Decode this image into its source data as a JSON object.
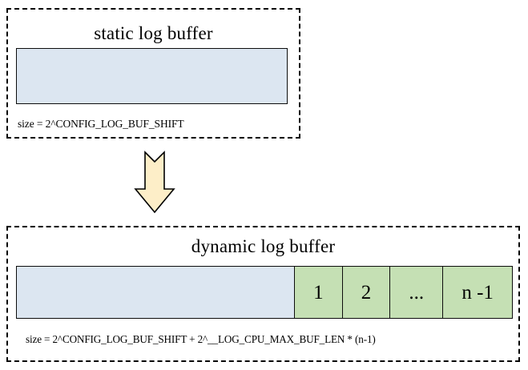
{
  "diagram": {
    "type": "block-diagram",
    "background_color": "#ffffff",
    "outline_color": "#000000",
    "static_buffer": {
      "title": "static log buffer",
      "buffer_fill_color": "#dce6f1",
      "caption": "size = 2^CONFIG_LOG_BUF_SHIFT",
      "segments": [
        {
          "label": "",
          "kind": "base",
          "fill_color": "#dce6f1"
        }
      ]
    },
    "arrow": {
      "name": "down-arrow",
      "direction": "down",
      "fill_color": "#fdeec8",
      "stroke_color": "#000000"
    },
    "dynamic_buffer": {
      "title": "dynamic log buffer",
      "buffer_fill_color": "#dce6f1",
      "cpu_fill_color": "#c5e0b4",
      "caption": "size = 2^CONFIG_LOG_BUF_SHIFT + 2^__LOG_CPU_MAX_BUF_LEN * (n-1)",
      "segments": [
        {
          "label": "",
          "kind": "base",
          "fill_color": "#dce6f1"
        },
        {
          "label": "1",
          "kind": "cpu",
          "fill_color": "#c5e0b4"
        },
        {
          "label": "2",
          "kind": "cpu",
          "fill_color": "#c5e0b4"
        },
        {
          "label": "...",
          "kind": "cpu",
          "fill_color": "#c5e0b4"
        },
        {
          "label": "n -1",
          "kind": "cpu",
          "fill_color": "#c5e0b4"
        }
      ]
    }
  }
}
